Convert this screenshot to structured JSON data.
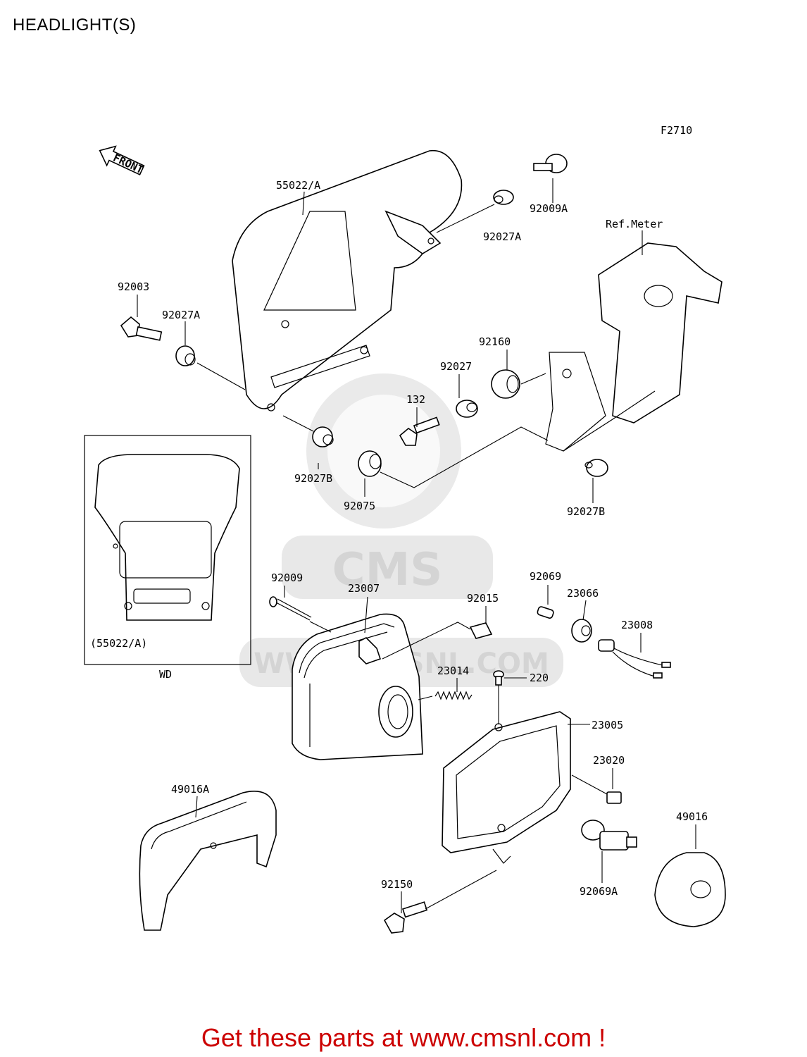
{
  "page": {
    "title": "HEADLIGHT(S)",
    "footer": "Get these parts at www.cmsnl.com !"
  },
  "diagram": {
    "figure_code": "F2710",
    "front_marker": "FRONT",
    "inset_label": "(55022/A)",
    "inset_caption": "WD",
    "watermark_url": "WWW.CMSNL.COM",
    "watermark_brand": "CMS",
    "parts": {
      "p55022a": "55022/A",
      "p92009a": "92009A",
      "p92027a_top": "92027A",
      "ref_meter": "Ref.Meter",
      "p92003": "92003",
      "p92027a_left": "92027A",
      "p92160": "92160",
      "p92027": "92027",
      "p132": "132",
      "p92027b_left": "92027B",
      "p92075": "92075",
      "p92027b_right": "92027B",
      "p92009": "92009",
      "p23007": "23007",
      "p92069": "92069",
      "p92015": "92015",
      "p23066": "23066",
      "p23008": "23008",
      "p23014": "23014",
      "p220": "220",
      "p23005": "23005",
      "p23020": "23020",
      "p49016a": "49016A",
      "p49016": "49016",
      "p92150": "92150",
      "p92069a": "92069A"
    }
  },
  "colors": {
    "footer_text": "#cc0000",
    "line_art": "#000000",
    "watermark": "#d9d9d9"
  }
}
